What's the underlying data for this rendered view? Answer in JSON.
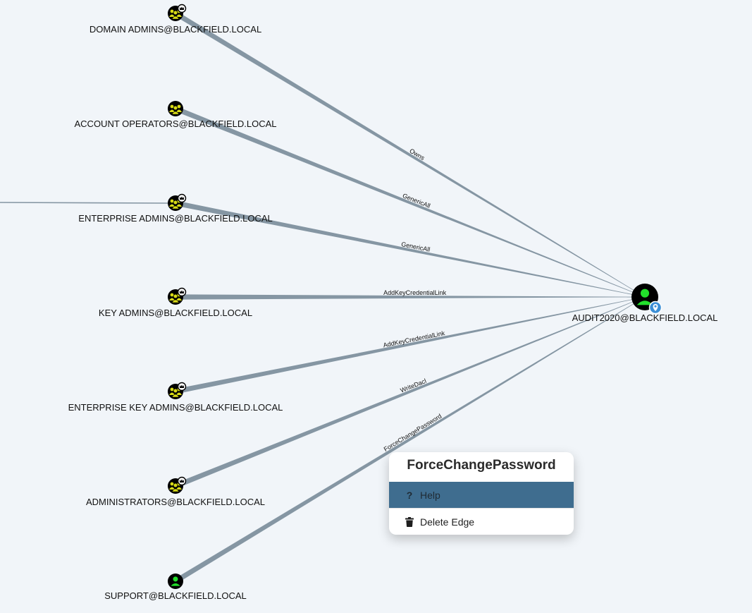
{
  "colors": {
    "background": "#f1f5f9",
    "edge": "#8596a3",
    "group_icon": "#d8db16",
    "user_icon": "#22e02b",
    "node_circle": "#000000",
    "highlight_badge": "#3c8fd6",
    "menu_active": "#3f6d8f"
  },
  "nodes": [
    {
      "id": "domain-admins",
      "label": "DOMAIN ADMINS@BLACKFIELD.LOCAL",
      "type": "group",
      "badge": "crown"
    },
    {
      "id": "account-operators",
      "label": "ACCOUNT OPERATORS@BLACKFIELD.LOCAL",
      "type": "group",
      "badge": ""
    },
    {
      "id": "enterprise-admins",
      "label": "ENTERPRISE ADMINS@BLACKFIELD.LOCAL",
      "type": "group",
      "badge": "crown"
    },
    {
      "id": "key-admins",
      "label": "KEY ADMINS@BLACKFIELD.LOCAL",
      "type": "group",
      "badge": "crown"
    },
    {
      "id": "enterprise-key-admins",
      "label": "ENTERPRISE KEY ADMINS@BLACKFIELD.LOCAL",
      "type": "group",
      "badge": "crown"
    },
    {
      "id": "administrators",
      "label": "ADMINISTRATORS@BLACKFIELD.LOCAL",
      "type": "group",
      "badge": "crown"
    },
    {
      "id": "support",
      "label": "SUPPORT@BLACKFIELD.LOCAL",
      "type": "user",
      "badge": ""
    },
    {
      "id": "audit2020",
      "label": "AUDIT2020@BLACKFIELD.LOCAL",
      "type": "user",
      "badge": "location"
    }
  ],
  "edges": [
    {
      "from": "domain-admins",
      "to": "audit2020",
      "label": "Owns"
    },
    {
      "from": "account-operators",
      "to": "audit2020",
      "label": "GenericAll"
    },
    {
      "from": "enterprise-admins",
      "to": "audit2020",
      "label": "GenericAll"
    },
    {
      "from": "key-admins",
      "to": "audit2020",
      "label": "AddKeyCredentialLink"
    },
    {
      "from": "enterprise-key-admins",
      "to": "audit2020",
      "label": "AddKeyCredentialLink"
    },
    {
      "from": "administrators",
      "to": "audit2020",
      "label": "WriteDacl"
    },
    {
      "from": "support",
      "to": "audit2020",
      "label": "ForceChangePassword"
    }
  ],
  "context_menu": {
    "title": "ForceChangePassword",
    "items": [
      {
        "label": "Help",
        "icon": "question-icon",
        "active": true
      },
      {
        "label": "Delete Edge",
        "icon": "trash-icon",
        "active": false
      }
    ]
  }
}
